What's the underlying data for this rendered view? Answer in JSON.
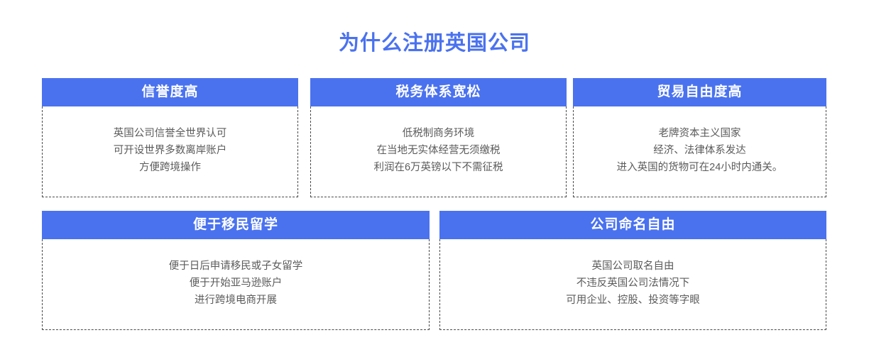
{
  "page": {
    "title": "为什么注册英国公司",
    "background_color": "#ffffff",
    "accent_color": "#4a72ef",
    "body_text_color": "#5b5b5b",
    "border_color": "#4a4a4a"
  },
  "cards": [
    {
      "header": "信誉度高",
      "lines": [
        "英国公司信誉全世界认可",
        "可开设世界多数离岸账户",
        "方便跨境操作"
      ]
    },
    {
      "header": "税务体系宽松",
      "lines": [
        "低税制商务环境",
        "在当地无实体经营无须缴税",
        "利润在6万英镑以下不需征税"
      ]
    },
    {
      "header": "贸易自由度高",
      "lines": [
        "老牌资本主义国家",
        "经济、法律体系发达",
        "进入英国的货物可在24小时内通关。"
      ]
    },
    {
      "header": "便于移民留学",
      "lines": [
        "便于日后申请移民或子女留学",
        "便于开始亚马逊账户",
        "进行跨境电商开展"
      ]
    },
    {
      "header": "公司命名自由",
      "lines": [
        "英国公司取名自由",
        "不违反英国公司法情况下",
        "可用企业、控股、投资等字眼"
      ]
    }
  ]
}
